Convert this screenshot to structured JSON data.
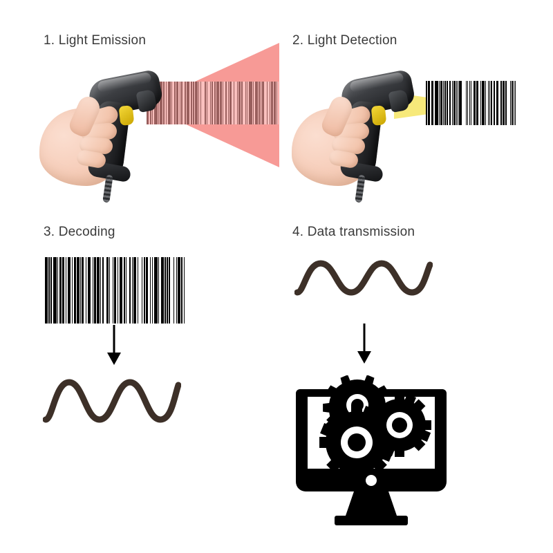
{
  "diagram": {
    "title": "Barcode scanner operation steps",
    "background_color": "#ffffff",
    "text_color": "#3a3a3a"
  },
  "steps": [
    {
      "number": "1",
      "title": "1. Light Emission",
      "icon": "barcode-scanner-red-beam",
      "beam_color": "#f79a96",
      "beam_shape": "cone",
      "elements": [
        "hand-holding-scanner",
        "red-light-cone",
        "barcode"
      ]
    },
    {
      "number": "2",
      "title": "2. Light Detection",
      "icon": "barcode-scanner-yellow-beam",
      "beam_color": "#f7e97a",
      "beam_shape": "converging-wedge",
      "elements": [
        "hand-holding-scanner",
        "yellow-reflected-beam",
        "barcode"
      ]
    },
    {
      "number": "3",
      "title": "3. Decoding",
      "icon": "barcode-to-waveform",
      "elements": [
        "barcode",
        "down-arrow",
        "sine-wave"
      ]
    },
    {
      "number": "4",
      "title": "4. Data transmission",
      "icon": "waveform-to-computer",
      "elements": [
        "sine-wave",
        "down-arrow",
        "monitor-with-gears"
      ]
    }
  ],
  "scanner": {
    "body_color": "#1b1c1f",
    "trigger_color": "#f5d93a",
    "hand_color": "#f6cdb9",
    "cable": "coiled-cable"
  },
  "barcodes": {
    "bar_color": "#000000",
    "background_color": "#ffffff",
    "pattern": [
      3,
      1,
      2,
      1,
      1,
      2,
      4,
      1,
      1,
      1,
      3,
      1,
      2,
      2,
      1,
      1,
      4,
      1,
      1,
      2,
      2,
      1,
      3,
      1,
      1,
      1,
      2,
      3,
      1,
      1,
      4,
      2,
      1,
      1,
      2,
      1,
      3,
      1,
      1,
      2,
      1,
      4,
      2,
      1,
      1,
      3,
      1,
      1,
      2,
      2,
      1,
      1,
      4,
      1,
      2,
      1,
      1,
      3,
      2,
      1,
      1,
      1,
      3,
      2,
      1,
      4,
      1,
      1,
      2,
      1,
      2,
      3,
      1,
      1,
      1,
      2,
      4,
      1,
      1,
      2,
      3,
      1,
      2,
      1,
      1,
      1,
      2,
      4,
      1,
      2,
      1,
      1,
      3,
      1,
      2,
      1,
      1,
      2
    ]
  },
  "waveform": {
    "color": "#3d3028",
    "stroke_width": 9,
    "cycles": 2.5,
    "shape": "sine"
  },
  "arrow": {
    "color": "#000000",
    "direction": "down"
  },
  "monitor": {
    "color": "#000000",
    "screen_fill": "#ffffff",
    "gear_count": 3,
    "gear_teeth": 12,
    "power_dot": "#ffffff"
  }
}
